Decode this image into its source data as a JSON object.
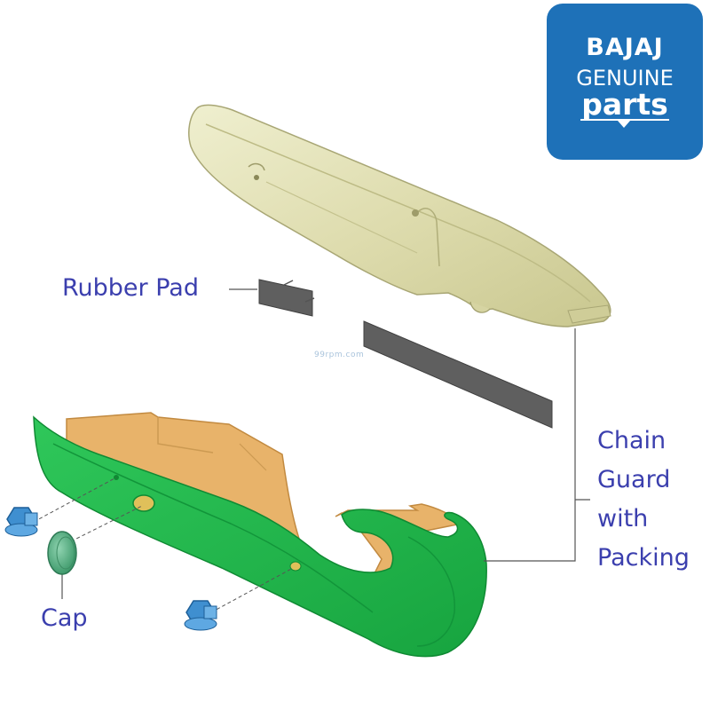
{
  "labels": {
    "rubber_pad": "Rubber Pad",
    "chain_guard": [
      "Chain",
      "Guard",
      "with",
      "Packing"
    ],
    "cap": "Cap"
  },
  "watermark": "99rpm.com",
  "logo": {
    "brand": "BAJAJ",
    "genuine": "GENUINE",
    "parts": "parts"
  },
  "colors": {
    "label": "#3b3fae",
    "logo_bg": "#1e71b8",
    "upper_guard": "#e2e2b6",
    "lower_guard": "#1fb54a",
    "packing": "#e8b36a",
    "rubber_pad": "#5f5f5f",
    "bolt": "#3f8fd0",
    "cap": "#5cb58a"
  }
}
